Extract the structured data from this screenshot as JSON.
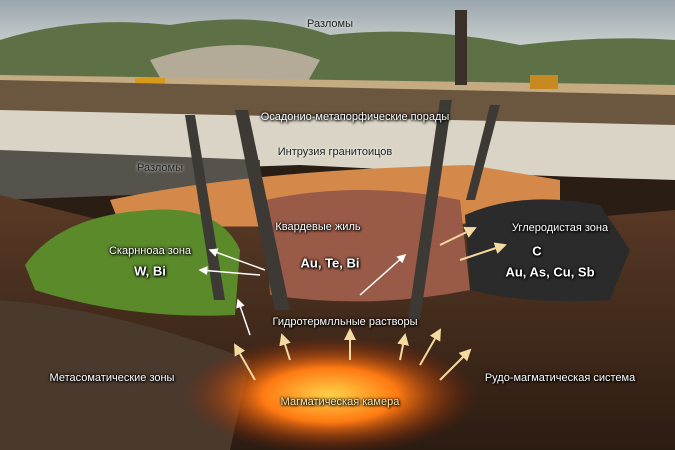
{
  "labels": {
    "faults_top": "Разломы",
    "sedimentary": "Осадонио-метапорфические порады",
    "granitoid": "Интрузия гранитоицов",
    "faults_left": "Разломы",
    "quartz_veins": "Квардевые жиль",
    "quartz_elements": "Au, Te, Bi",
    "skarn_zone": "Скарнноаа зона",
    "skarn_elements": "W, Bi",
    "carbon_zone": "Углеродистая зона",
    "carbon_symbol": "C",
    "carbon_elements": "Au, As, Cu, Sb",
    "hydrothermal": "Гидротермлльные растворы",
    "metasomatic": "Метасоматические зоны",
    "ore_magmatic": "Рудо-магматическая система",
    "magma_chamber": "Магматическая камера"
  },
  "colors": {
    "magma": "#ff6a10",
    "skarn": "#5a8a2a",
    "carbon": "#2b2b2b",
    "granite": "#d9d4c6",
    "arrow": "#f4d9a0"
  }
}
